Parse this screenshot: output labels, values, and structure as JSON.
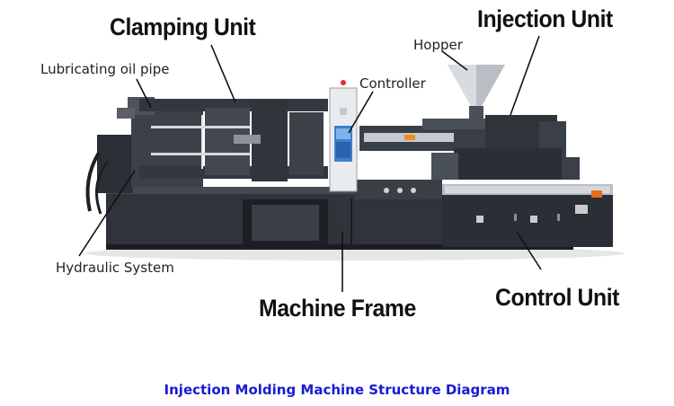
{
  "labels": {
    "clamping_unit": "Clamping Unit",
    "injection_unit": "Injection Unit",
    "hopper": "Hopper",
    "lubricating_oil_pipe": "Lubricating oil pipe",
    "controller": "Controller",
    "hydraulic_system": "Hydraulic System",
    "machine_frame": "Machine Frame",
    "control_unit": "Control Unit"
  },
  "caption": "Injection Molding Machine Structure Diagram",
  "colors": {
    "caption": "#1a1ad6",
    "machine_dark": "#2b2f36",
    "machine_mid": "#4a5058",
    "machine_light": "#c9ced4",
    "panel_blue": "#3b7fd1",
    "leader_line": "#111111"
  }
}
